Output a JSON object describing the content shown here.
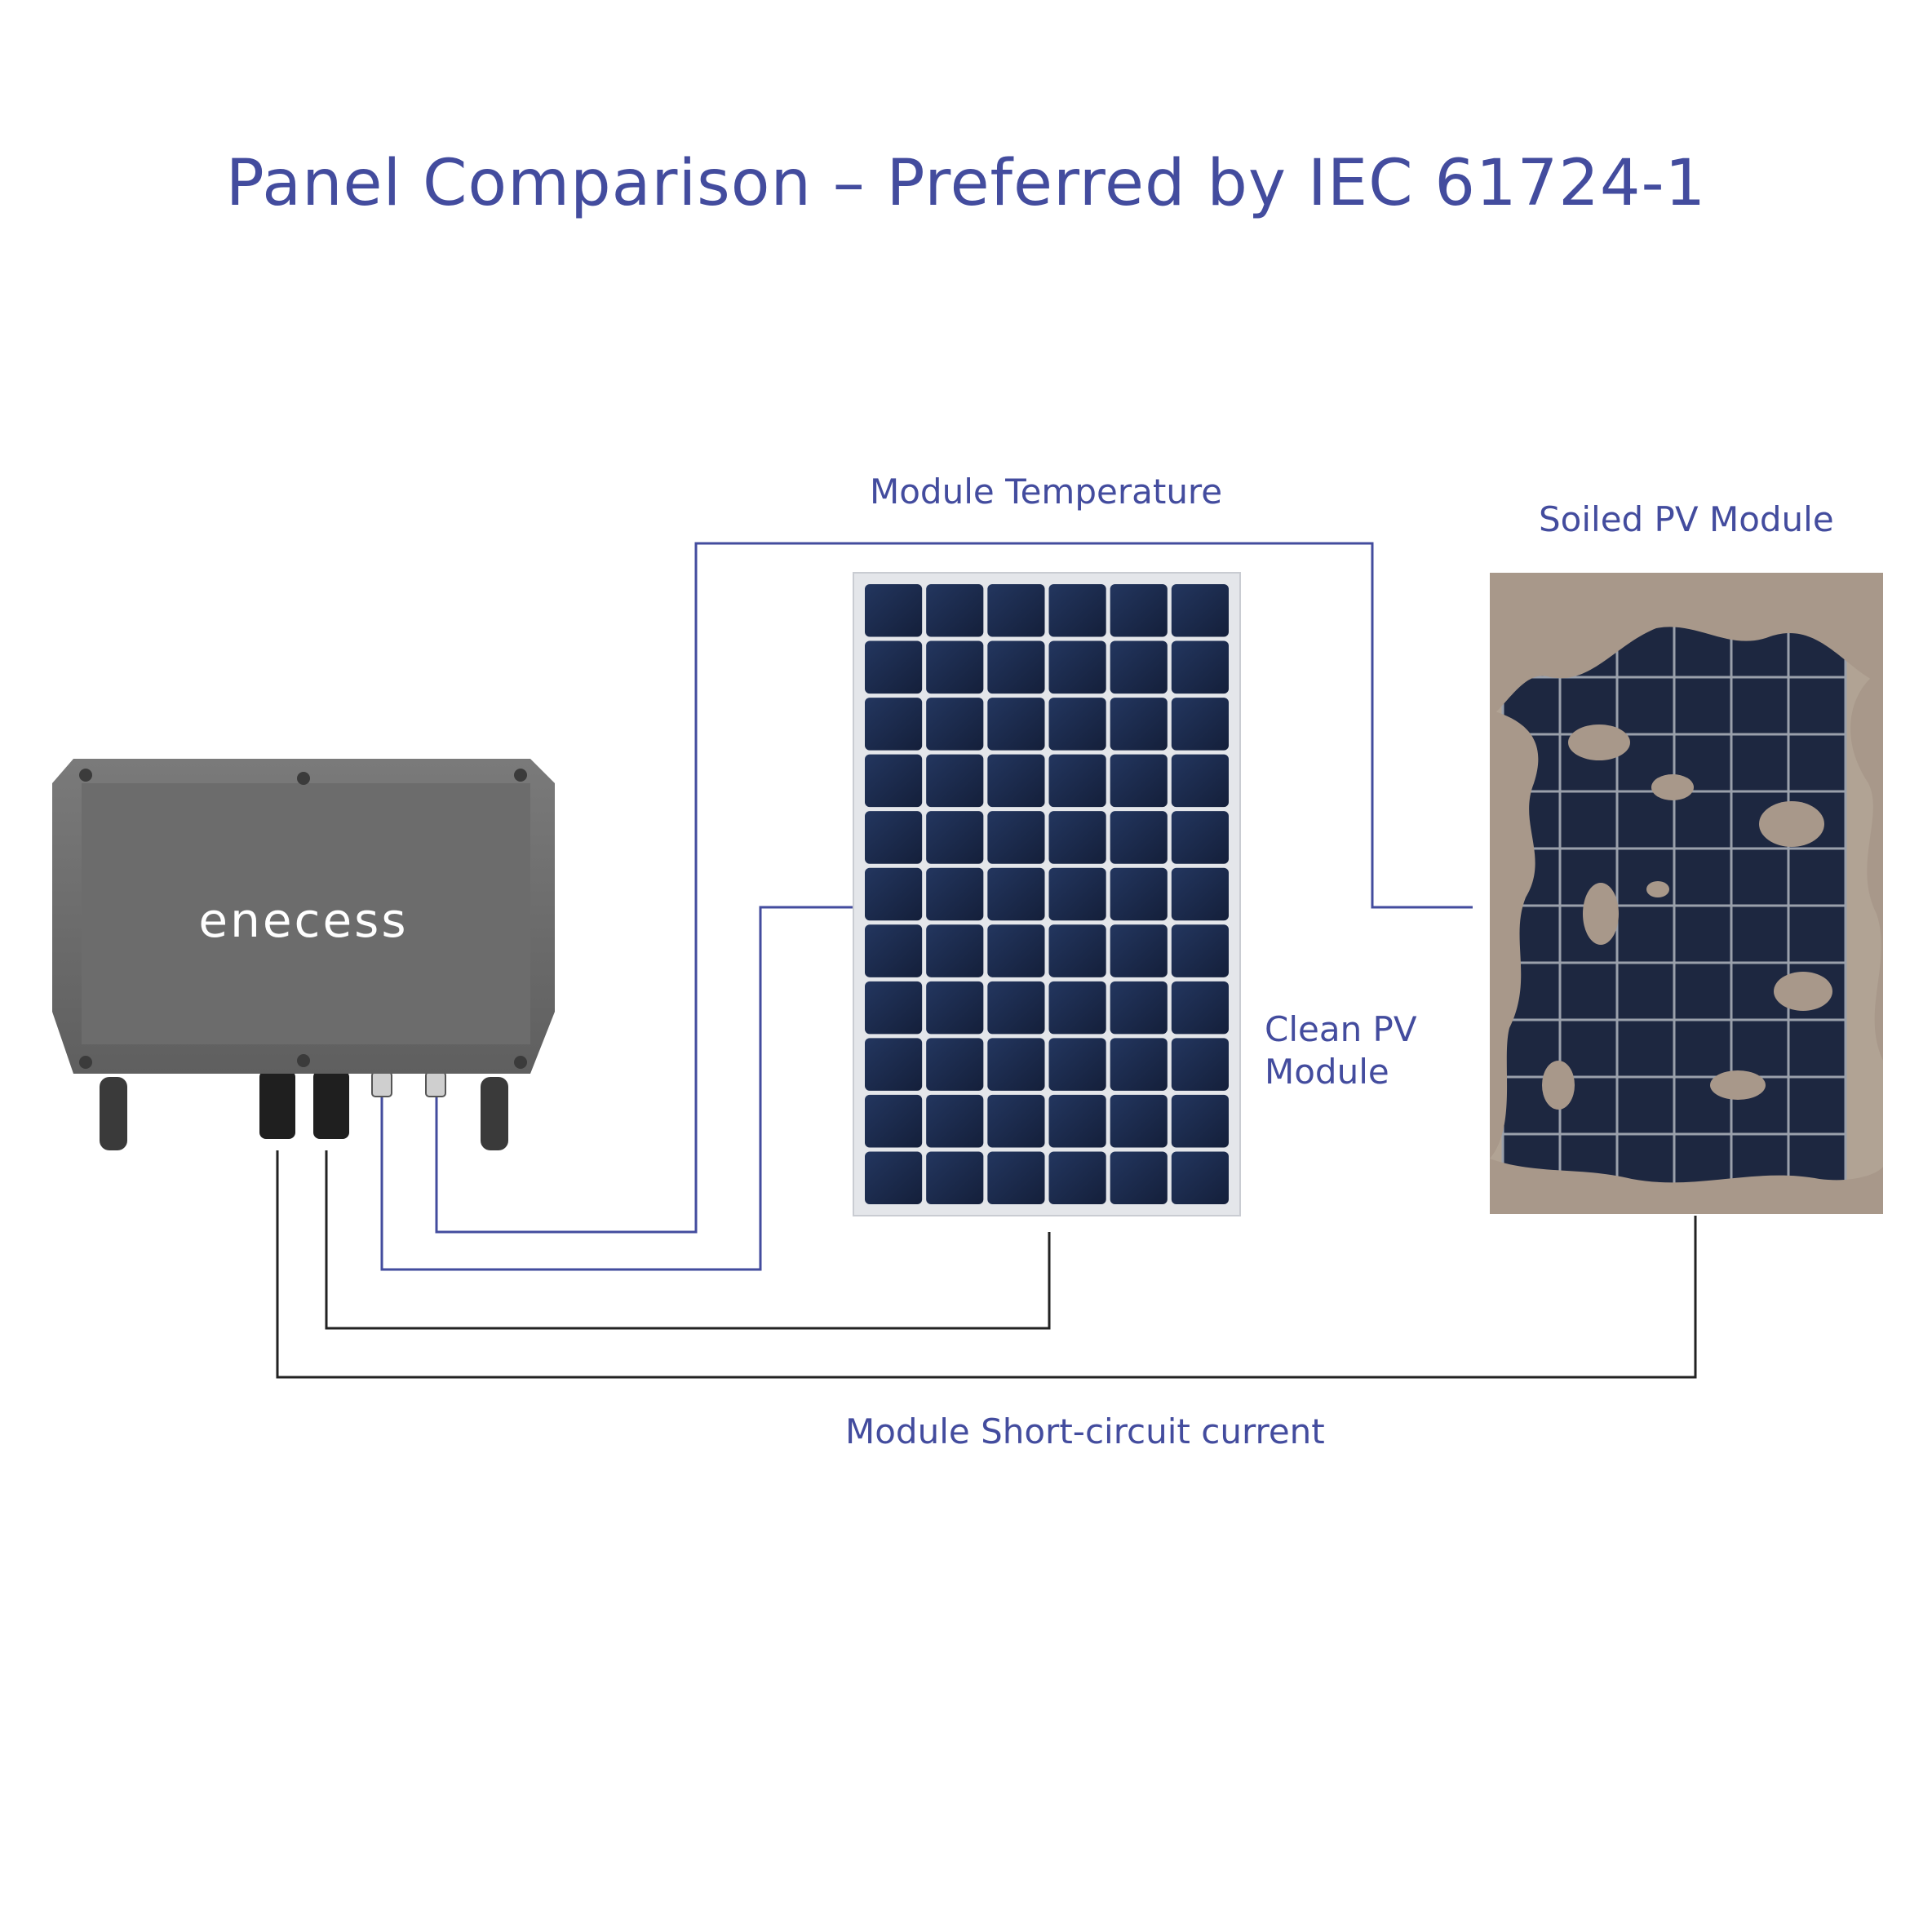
{
  "title": "Panel Comparison – Preferred by IEC 61724-1",
  "labels": {
    "module_temperature": "Module Temperature",
    "soiled_module": "Soiled PV Module",
    "clean_module_line1": "Clean PV",
    "clean_module_line2": "Module",
    "short_circuit_current": "Module Short-circuit current"
  },
  "device": {
    "brand": "enecess"
  },
  "colors": {
    "accent": "#434c9e",
    "wire_black": "#222222",
    "device_body": "#6e6e6e",
    "panel_cell": "#1b2a4e",
    "panel_frame": "#e4e6ea",
    "soil": "#a8988a"
  }
}
